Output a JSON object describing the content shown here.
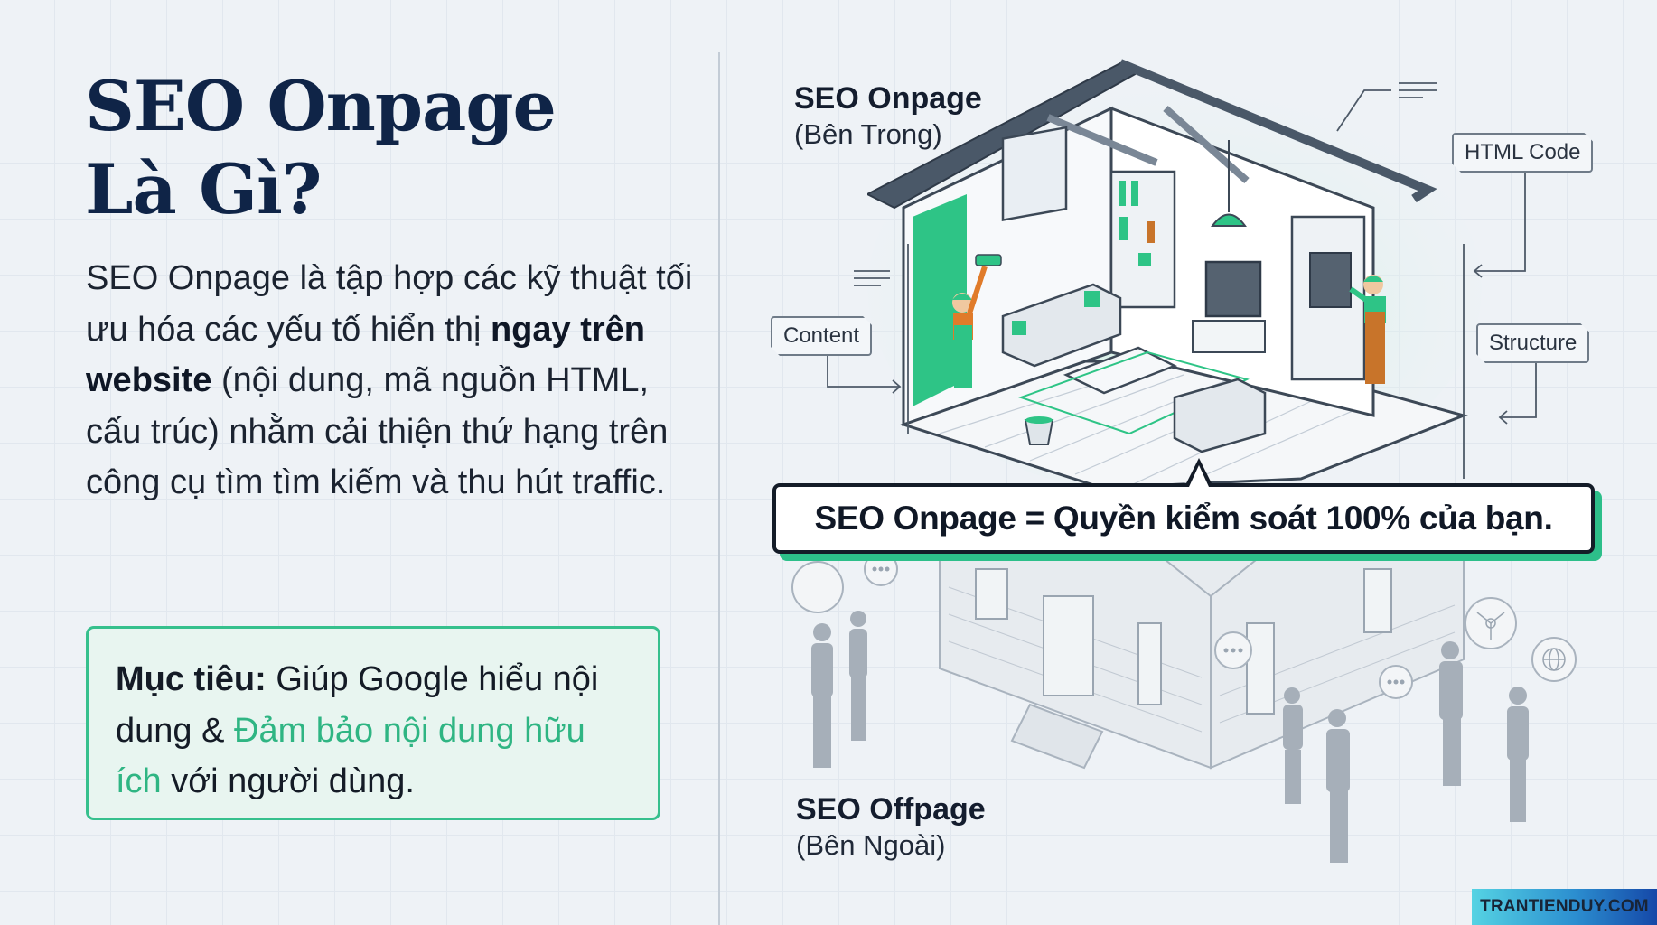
{
  "left": {
    "title_line1": "SEO Onpage",
    "title_line2": "Là Gì?",
    "description": {
      "part1": "SEO Onpage là tập hợp các kỹ thuật tối ưu hóa các yếu tố hiển thị ",
      "bold": "ngay trên website",
      "part2": " (nội dung, mã nguồn HTML, cấu trúc) nhằm cải thiện thứ hạng trên công cụ tìm tìm kiếm và thu hút traffic."
    },
    "goal": {
      "label": "Mục tiêu:",
      "text1": " Giúp Google hiểu nội dung & ",
      "highlight": "Đảm bảo nội dung hữu ích",
      "text2": " với người dùng."
    }
  },
  "right": {
    "onpage": {
      "title": "SEO Onpage",
      "subtitle": "(Bên Trong)"
    },
    "offpage": {
      "title": "SEO Offpage",
      "subtitle": "(Bên Ngoài)"
    },
    "tags": {
      "html_code": "HTML Code",
      "content": "Content",
      "structure": "Structure"
    },
    "banner": "SEO Onpage = Quyền kiểm soát 100% của bạn.",
    "illustration": {
      "top": "isometric-house-interior-with-workers",
      "bottom": "exterior-house-with-people-talking"
    }
  },
  "watermark": "TRANTIENDUY.COM",
  "colors": {
    "navy": "#0f2447",
    "green": "#2dbf8a",
    "background": "#eef2f6"
  }
}
